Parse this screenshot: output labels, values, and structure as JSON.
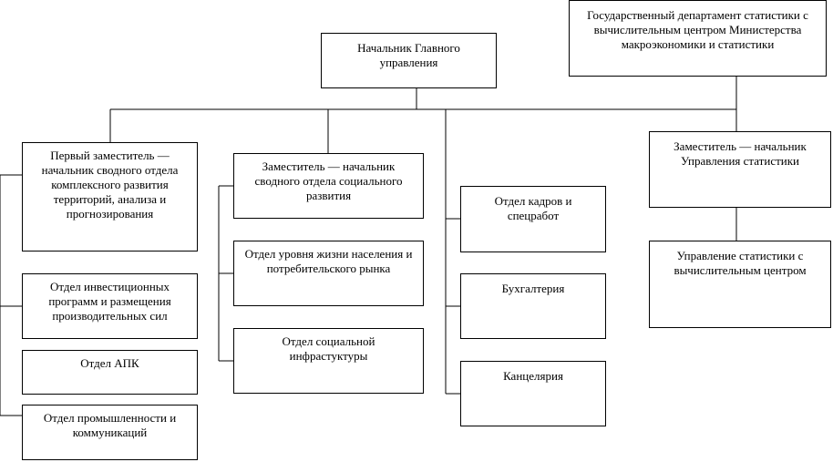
{
  "boxes": {
    "head": "Начальник Главного\nуправления",
    "state_dept": "Государственный департамент статистики с\nвычислительным центром Министерства\nмакроэкономики и статистики",
    "first_deputy": "Первый заместитель —\nначальник сводного отдела\nкомплексного развития\nтерриторий, анализа и\nпрогнозирования",
    "invest_dept": "Отдел инвестиционных\nпрограмм и размещения\nпроизводительных сил",
    "apk_dept": "Отдел АПК",
    "industry_dept": "Отдел промышленности и\nкоммуникаций",
    "social_deputy": "Заместитель — начальник\nсводного отдела социального\nразвития",
    "living_dept": "Отдел уровня жизни населения и\nпотребительского рынка",
    "infra_dept": "Отдел социальной\nинфрастуктуры",
    "hr_dept": "Отдел кадров и\nспецработ",
    "accounting": "Бухгалтерия",
    "chancellery": "Канцелярия",
    "stat_deputy": "Заместитель — начальник\nУправления статистики",
    "stat_admin": "Управление статистики с\nвычислительным центром"
  }
}
